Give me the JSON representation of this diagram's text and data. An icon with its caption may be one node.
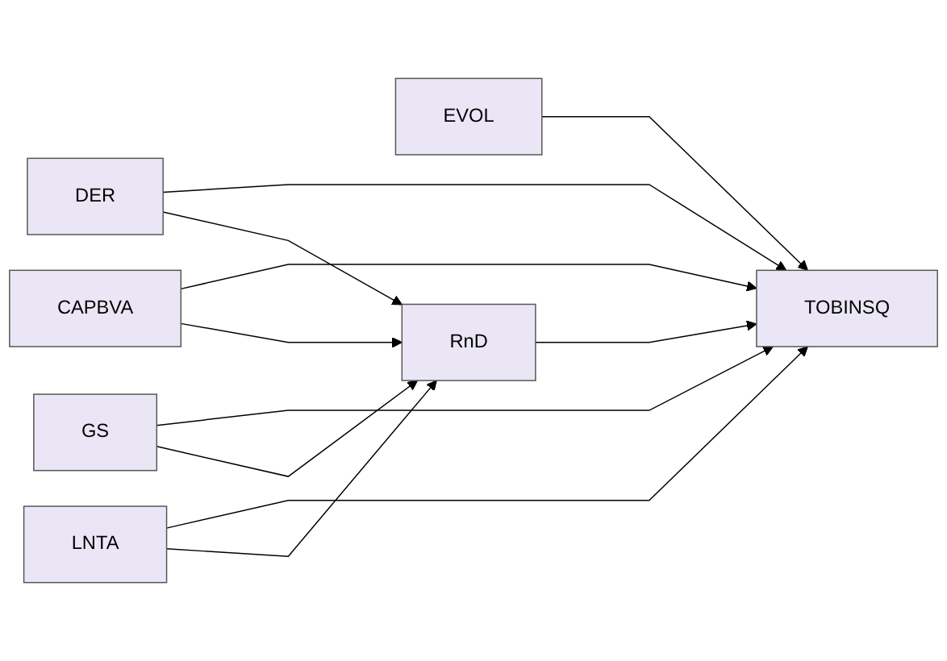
{
  "diagram": {
    "nodes": [
      {
        "text": [
          "DER"
        ]
      },
      {
        "text": [
          "CAPBVA"
        ]
      },
      {
        "text": [
          "GS"
        ]
      },
      {
        "text": [
          "LNTA"
        ]
      },
      {
        "text": [
          "EVOL"
        ]
      },
      {
        "text": [
          "TOBINSQ"
        ]
      },
      {
        "text": [
          "RnD"
        ]
      }
    ],
    "edges": [
      {
        "from": 0,
        "to": 5,
        "arrow": "to"
      },
      {
        "from": 0,
        "to": 6,
        "arrow": "to"
      },
      {
        "from": 1,
        "to": 5,
        "arrow": "to"
      },
      {
        "from": 1,
        "to": 6,
        "arrow": "to"
      },
      {
        "from": 2,
        "to": 5,
        "arrow": "to"
      },
      {
        "from": 2,
        "to": 6,
        "arrow": "to"
      },
      {
        "from": 3,
        "to": 5,
        "arrow": "to"
      },
      {
        "from": 3,
        "to": 6,
        "arrow": "to"
      },
      {
        "from": 4,
        "to": 5,
        "arrow": "to"
      },
      {
        "from": 6,
        "to": 5,
        "arrow": "to"
      }
    ]
  }
}
